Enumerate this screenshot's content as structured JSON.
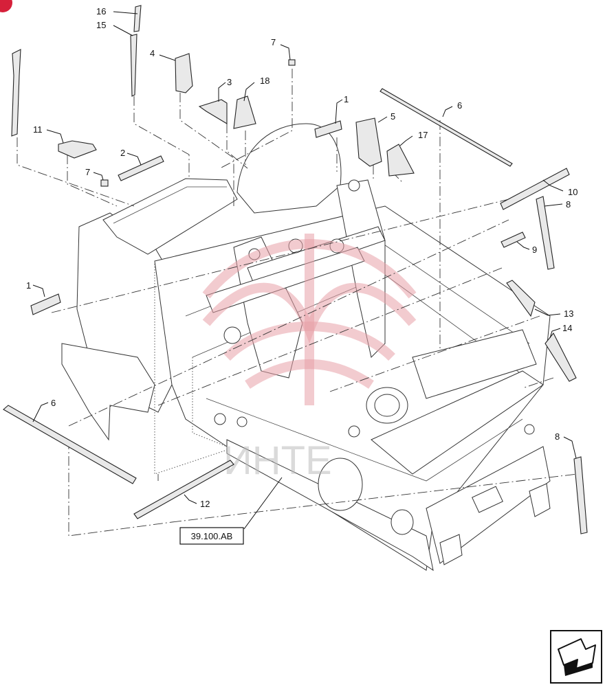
{
  "callouts": [
    "16",
    "15",
    "4",
    "7",
    "3",
    "18",
    "1",
    "6",
    "5",
    "17",
    "11",
    "2",
    "7",
    "10",
    "8",
    "9",
    "1",
    "13",
    "14",
    "6",
    "12",
    "8"
  ],
  "reference": "39.100.AB",
  "watermark": "ИНТЕ",
  "nav_icon": "next-page-arrow-icon",
  "colors": {
    "line": "#222222",
    "watermark": "#e8a0a8",
    "badge": "#d6203a"
  }
}
